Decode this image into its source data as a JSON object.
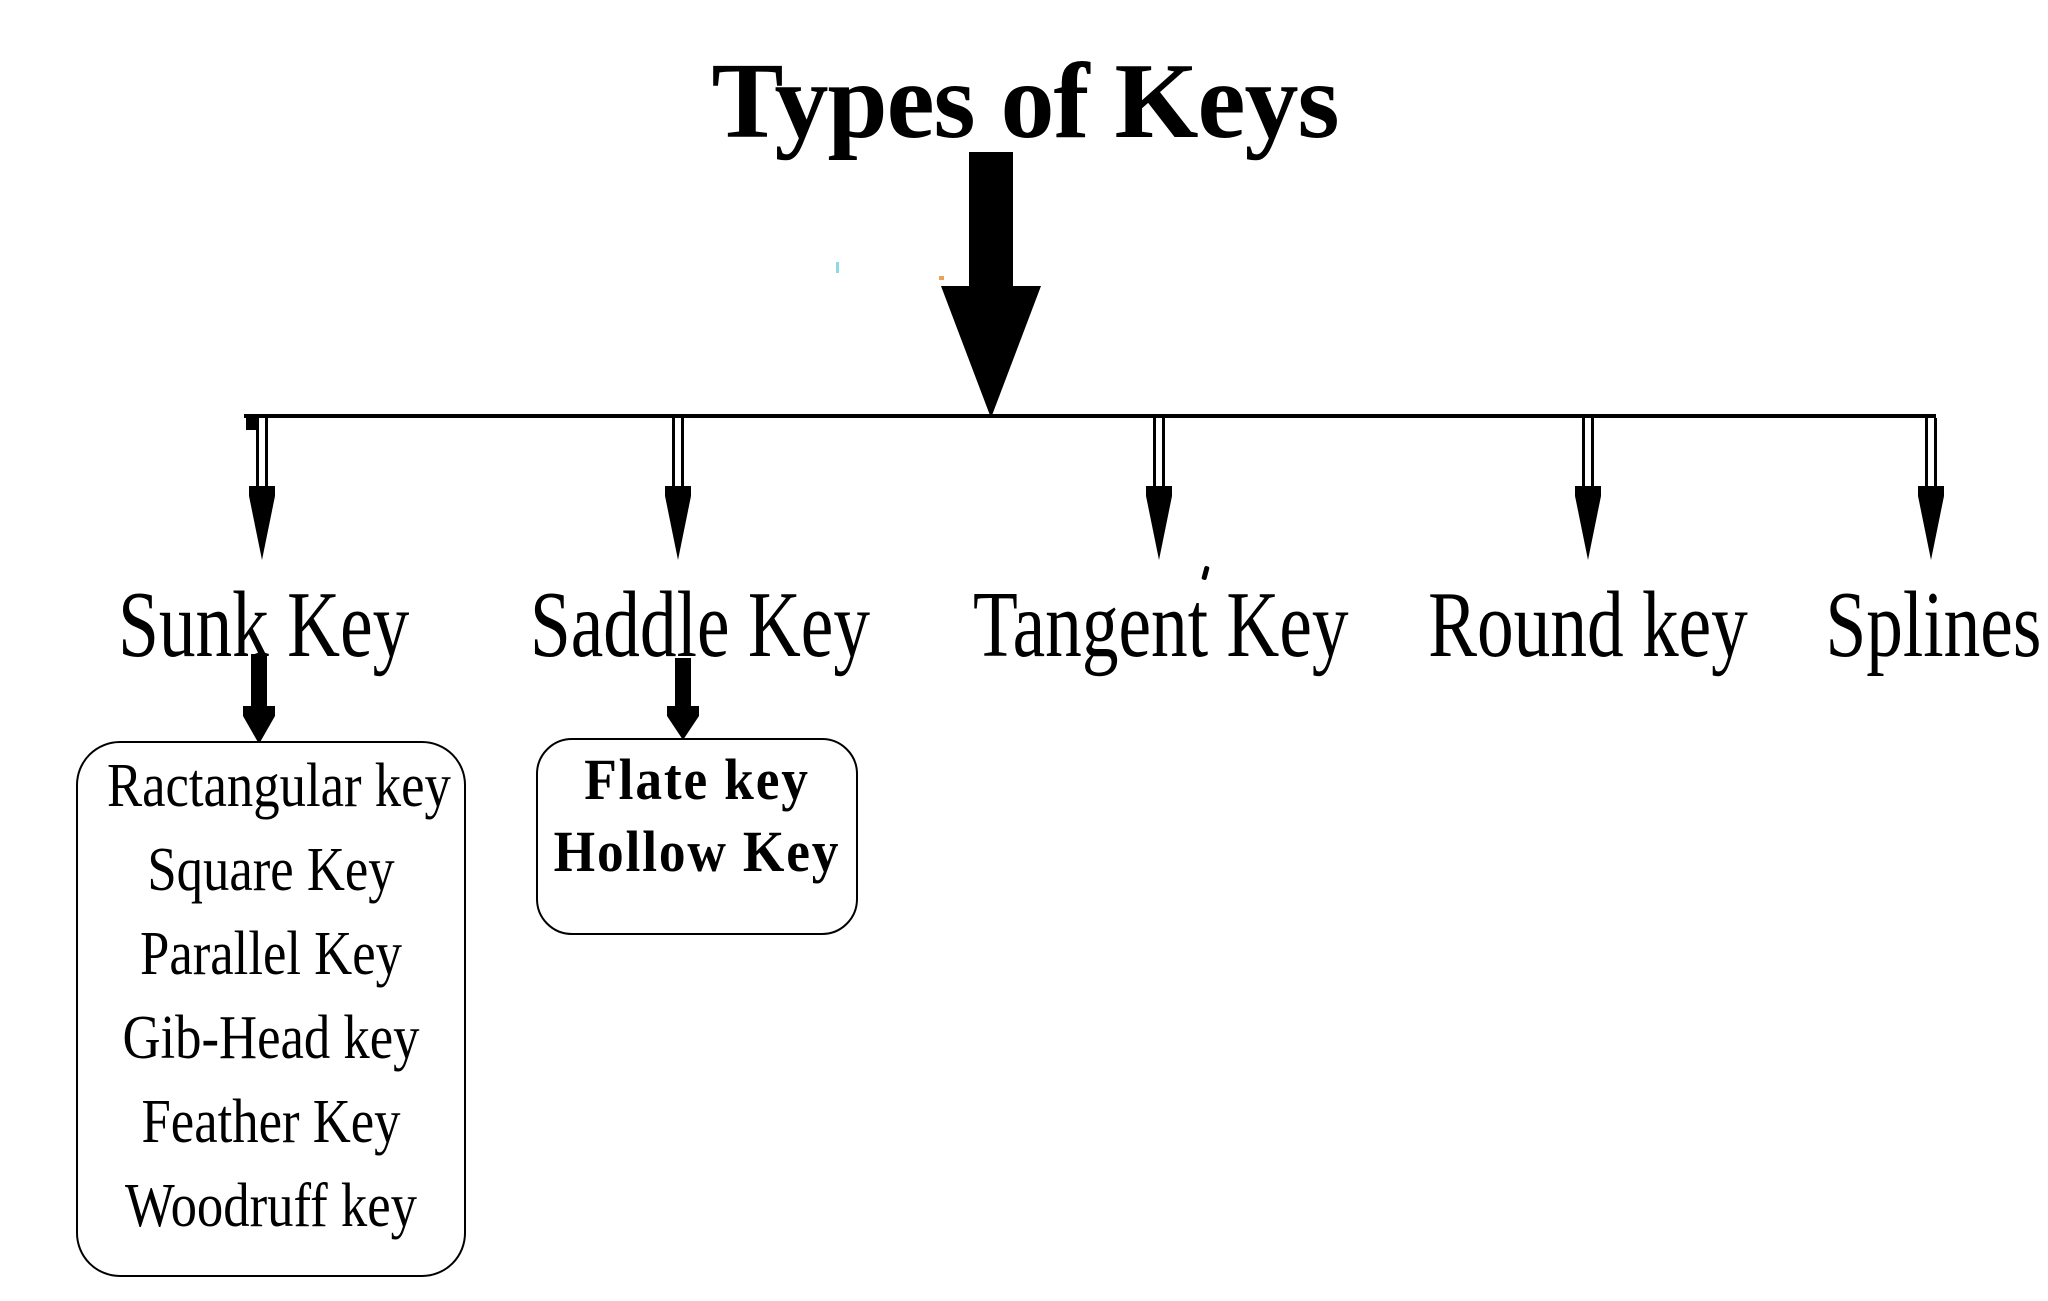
{
  "header": {
    "title": "Types of Keys"
  },
  "colors": {
    "ink": "#000000",
    "background": "#ffffff"
  },
  "icons": {
    "main_arrow": "down-arrow",
    "branch_arrow": "hollow-down-arrow",
    "sub_arrow": "small-down-arrow",
    "down_arrow_glyph": "▼"
  },
  "branches": [
    {
      "label": "Sunk Key",
      "children": [
        "Ractangular key",
        "Square Key",
        "Parallel Key",
        "Gib-Head key",
        "Feather Key",
        "Woodruff key"
      ]
    },
    {
      "label": "Saddle Key",
      "children": [
        "Flate key",
        "Hollow Key"
      ]
    },
    {
      "label": "Tangent Key",
      "children": []
    },
    {
      "label": "Round key",
      "children": []
    },
    {
      "label": "Splines",
      "children": []
    }
  ]
}
